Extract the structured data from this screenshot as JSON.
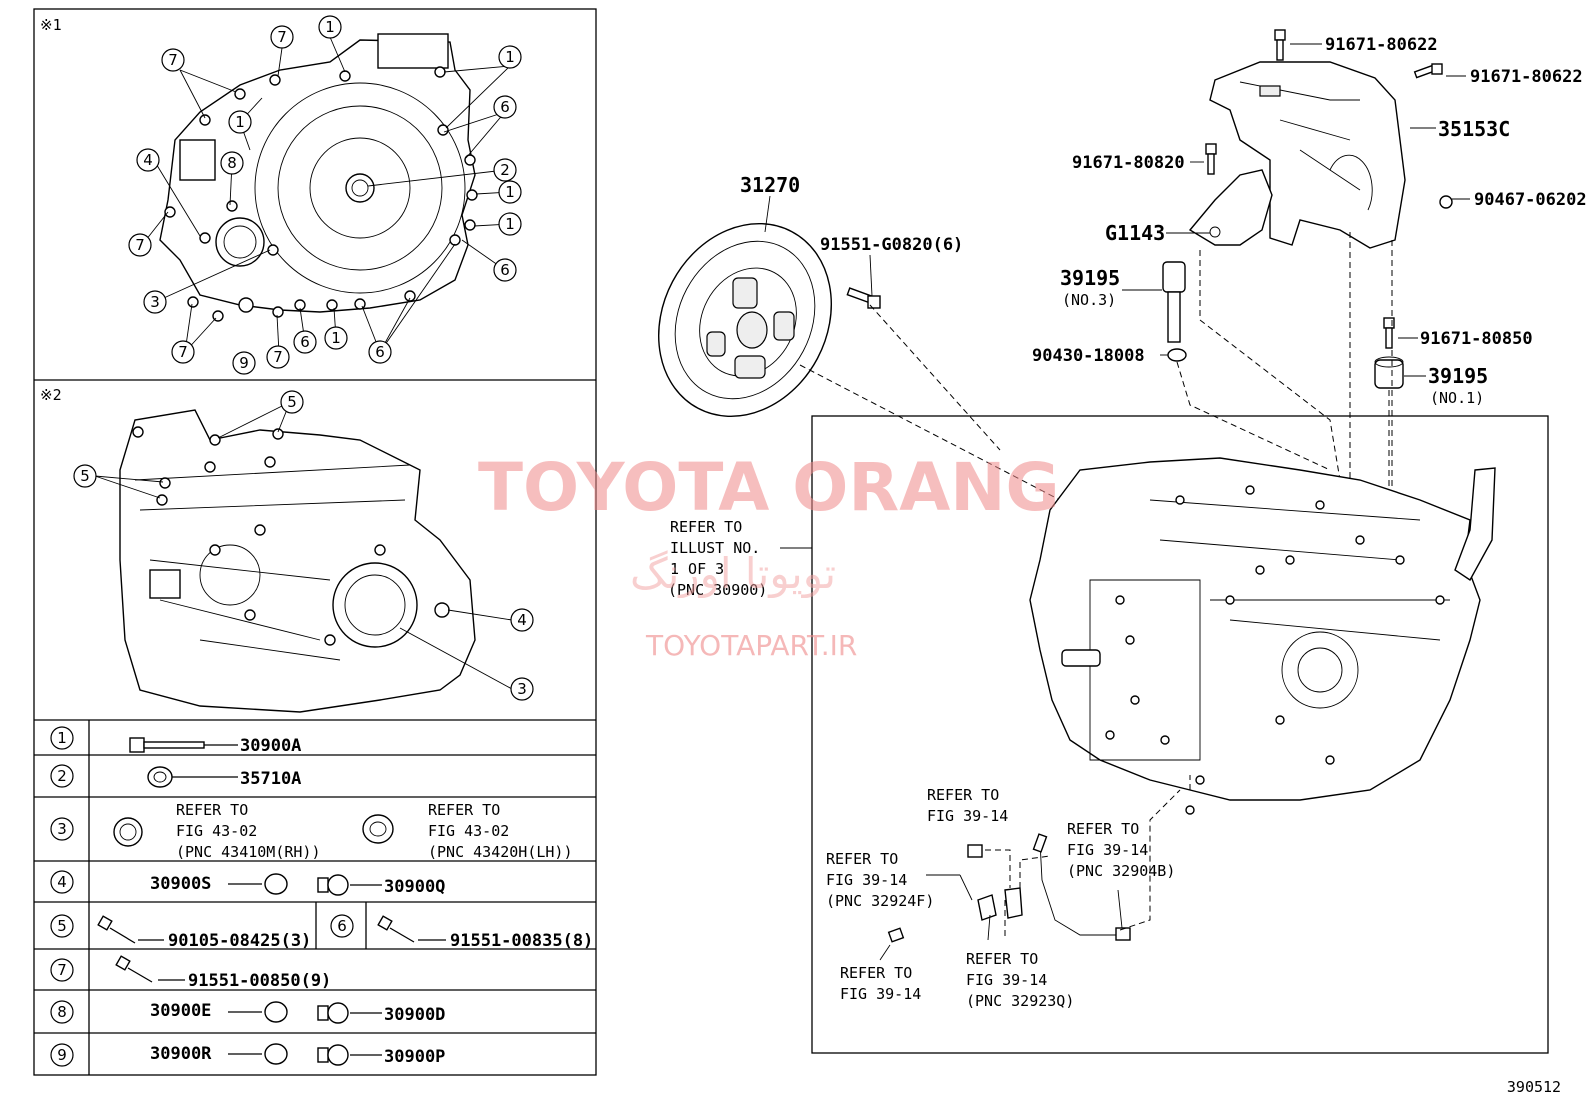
{
  "notes": {
    "note1": "※1",
    "note2": "※2"
  },
  "callouts_top": [
    "1",
    "7",
    "7",
    "1",
    "1",
    "1",
    "6",
    "8",
    "4",
    "2",
    "7",
    "1",
    "1",
    "6",
    "3",
    "7",
    "9",
    "7",
    "6",
    "1",
    "6",
    "7"
  ],
  "callouts_mid": [
    "5",
    "5",
    "4",
    "3"
  ],
  "legend": [
    {
      "idx": "1",
      "parts": [
        "30900A"
      ]
    },
    {
      "idx": "2",
      "parts": [
        "35710A"
      ]
    },
    {
      "idx": "3",
      "refs": [
        {
          "l1": "REFER TO",
          "l2": "FIG 43-02",
          "l3": "(PNC 43410M(RH))"
        },
        {
          "l1": "REFER TO",
          "l2": "FIG 43-02",
          "l3": "(PNC 43420H(LH))"
        }
      ]
    },
    {
      "idx": "4",
      "parts": [
        "30900S",
        "30900Q"
      ]
    },
    {
      "idx": "5",
      "parts": [
        "90105-08425(3)"
      ],
      "idx2": "6",
      "parts2": [
        "91551-00835(8)"
      ]
    },
    {
      "idx": "7",
      "parts": [
        "91551-00850(9)"
      ]
    },
    {
      "idx": "8",
      "parts": [
        "30900E",
        "30900D"
      ]
    },
    {
      "idx": "9",
      "parts": [
        "30900R",
        "30900P"
      ]
    }
  ],
  "right": {
    "disc": "31270",
    "disc_bolt": "91551-G0820(6)",
    "bolt1": "91671-80622",
    "bolt2": "91671-80622",
    "bracket": "35153C",
    "bolt3": "91671-80820",
    "clip": "90467-06202",
    "g": "G1143",
    "pin3": "39195",
    "pin3_note": "(NO.3)",
    "washer": "90430-18008",
    "bolt4": "91671-80850",
    "pin1": "39195",
    "pin1_note": "(NO.1)",
    "refer_illust": [
      "REFER TO",
      "ILLUST NO.",
      "1 OF 3",
      "(PNC 30900)"
    ],
    "ref_a": [
      "REFER TO",
      "FIG 39-14"
    ],
    "ref_b": [
      "REFER TO",
      "FIG 39-14",
      "(PNC 32924F)"
    ],
    "ref_c": [
      "REFER TO",
      "FIG 39-14",
      "(PNC 32904B)"
    ],
    "ref_d": [
      "REFER TO",
      "FIG 39-14"
    ],
    "ref_e": [
      "REFER TO",
      "FIG 39-14",
      "(PNC 32923Q)"
    ]
  },
  "watermark": {
    "brand": "TOYOTA ORANG",
    "persian": "تویوتا اورنگ",
    "url": "TOYOTAPART.IR"
  },
  "figure_no": "390512"
}
